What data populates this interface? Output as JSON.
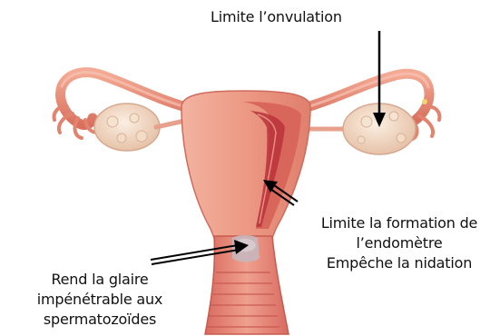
{
  "labels": {
    "ovulation": "Limite l’onvulation",
    "endometre": {
      "line1": "Limite la formation de",
      "line2": "l’endomètre",
      "line3": "Empêche la nidation"
    },
    "glaire": {
      "line1": "Rend la glaire",
      "line2": "impénétrable aux",
      "line3": "spermatozoïdes"
    }
  },
  "colors": {
    "tissue_light": "#f2a48f",
    "tissue_mid": "#e4806c",
    "tissue_dark": "#c9504a",
    "cavity": "#b8323a",
    "ovary": "#f1dcc6",
    "arrow": "#000000"
  }
}
